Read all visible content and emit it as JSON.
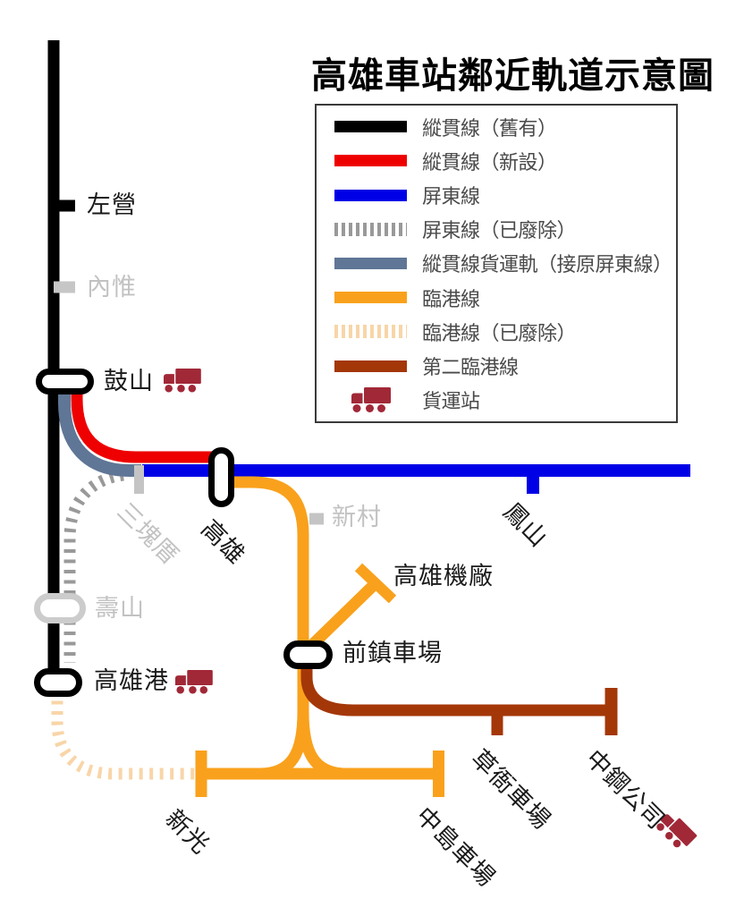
{
  "title": "高雄車站鄰近軌道示意圖",
  "legend": {
    "items": [
      {
        "label": "縱貫線（舊有）",
        "swatch": "solid",
        "color": "#000000"
      },
      {
        "label": "縱貫線（新設）",
        "swatch": "solid",
        "color": "#ee0000"
      },
      {
        "label": "屏東線",
        "swatch": "solid",
        "color": "#0000e6"
      },
      {
        "label": "屏東線（已廢除）",
        "swatch": "dashed",
        "color": "#999999"
      },
      {
        "label": "縱貫線貨運軌（接原屏東線）",
        "swatch": "solid",
        "color": "#5f7696"
      },
      {
        "label": "臨港線",
        "swatch": "solid",
        "color": "#f9a11c"
      },
      {
        "label": "臨港線（已廢除）",
        "swatch": "dashed",
        "color": "#f8d5a8"
      },
      {
        "label": "第二臨港線",
        "swatch": "solid",
        "color": "#a43708"
      },
      {
        "label": "貨運站",
        "swatch": "truck-icon",
        "color": "#a12837"
      }
    ]
  },
  "stations": {
    "zuoying": "左營",
    "neiwei": "內惟",
    "gushan": "鼓山",
    "sankuaicuo": "三塊厝",
    "kaohsiung": "高雄",
    "xincun": "新村",
    "fengshan": "鳳山",
    "shoushan": "壽山",
    "kaohsiungport": "高雄港",
    "works": "高雄機廠",
    "qianzhen": "前鎮車場",
    "xinguang": "新光",
    "zhongdao": "中島車場",
    "caoya": "草衙車場",
    "csc": "中鋼公司"
  },
  "colors": {
    "trunk_old": "#000000",
    "trunk_new": "#ee0000",
    "pingtung": "#0000e6",
    "pingtung_abandoned": "#999999",
    "freight_track": "#5f7696",
    "harbor": "#f9a11c",
    "harbor_abandoned": "#f8d5a8",
    "second_harbor": "#a43708",
    "freight_station": "#a12837",
    "inactive_station": "#c2c2c2"
  }
}
